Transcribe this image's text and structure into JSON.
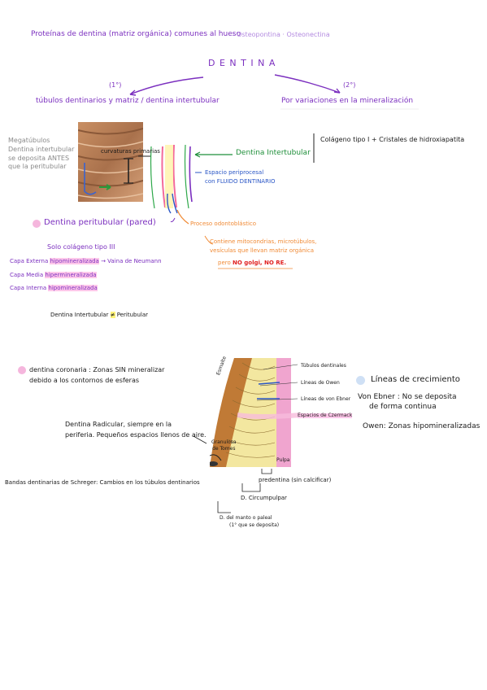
{
  "top": {
    "line1": "Proteínas de dentina (matriz orgánica) comunes al hueso",
    "line1_extra": "· Osteopontina · Osteonectina"
  },
  "title": {
    "text": "D E N T I N A"
  },
  "branches": {
    "left_num": "(1°)",
    "left": "túbulos dentinarios y matriz / dentina intertubular",
    "right_num": "(2°)",
    "right": "Por variaciones en la mineralización"
  },
  "diagram1": {
    "side_grey": [
      "Megatúbulos",
      "Dentina intertubular",
      "se deposita ANTES",
      "que la peritubular"
    ],
    "curvaturas": "curvaturas primarias",
    "dentina_intertubular": "Dentina Intertubular",
    "espacio": [
      "Espacio periprocesal",
      "con FLUIDO DENTINARIO"
    ],
    "colageno": "Colágeno tipo I + Cristales de hidroxiapatita",
    "peritubular": "Dentina peritubular (pared)",
    "proceso": "Proceso odontoblástico",
    "contiene": [
      "Contiene mitocondrias, microtúbulos,",
      "vesículas que llevan matriz orgánica"
    ],
    "golgi_pre": "pero",
    "golgi": "NO golgi, NO RE.",
    "solo": "Solo colágeno tipo III",
    "capa_ext_a": "Capa Externa",
    "capa_ext_b": "hipomineralizada",
    "capa_ext_c": "→ Vaina de Neumann",
    "capa_media_a": "Capa Media",
    "capa_media_b": "hipermineralizada",
    "capa_int_a": "Capa Interna",
    "capa_int_b": "hipomineralizada",
    "neq_a": "Dentina Intertubular",
    "neq_sym": "≠",
    "neq_b": "Peritubular"
  },
  "diagram2": {
    "coronaria": [
      "dentina coronaria : Zonas SIN mineralizar",
      "debido a los contornos de esferas"
    ],
    "radicular": [
      "Dentina Radicular, siempre en la",
      "periferia. Pequeños espacios llenos de aire."
    ],
    "labels": {
      "tubulos": "Túbulos dentinales",
      "owen": "Líneas de Owen",
      "ebner": "Líneas de von Ebner",
      "czermack": "Espacios de Czermack",
      "granulosa": [
        "Granulosa",
        "de Tomes"
      ],
      "pulpa": "Pulpa",
      "esmalte": "Esmalte"
    },
    "lineas": "Líneas de crecimiento",
    "ebner_note": [
      "Von Ebner : No se deposita",
      "de forma continua"
    ],
    "owen_note": "Owen: Zonas hipomineralizadas",
    "schreger": "Bandas dentinarias de Schreger: Cambios en los túbulos dentinarios",
    "predentina": "predentina (sin calcificar)",
    "circumpulpar": "D. Circumpulpar",
    "manto": [
      "D. del manto o paleal",
      "(1° que se deposita)"
    ]
  },
  "colors": {
    "purple": "#7b2fbf",
    "green": "#1f8f3a",
    "blue": "#2a56c6",
    "orange": "#f08a35",
    "pink": "#ffc7ea",
    "yellow": "#fff37a"
  }
}
